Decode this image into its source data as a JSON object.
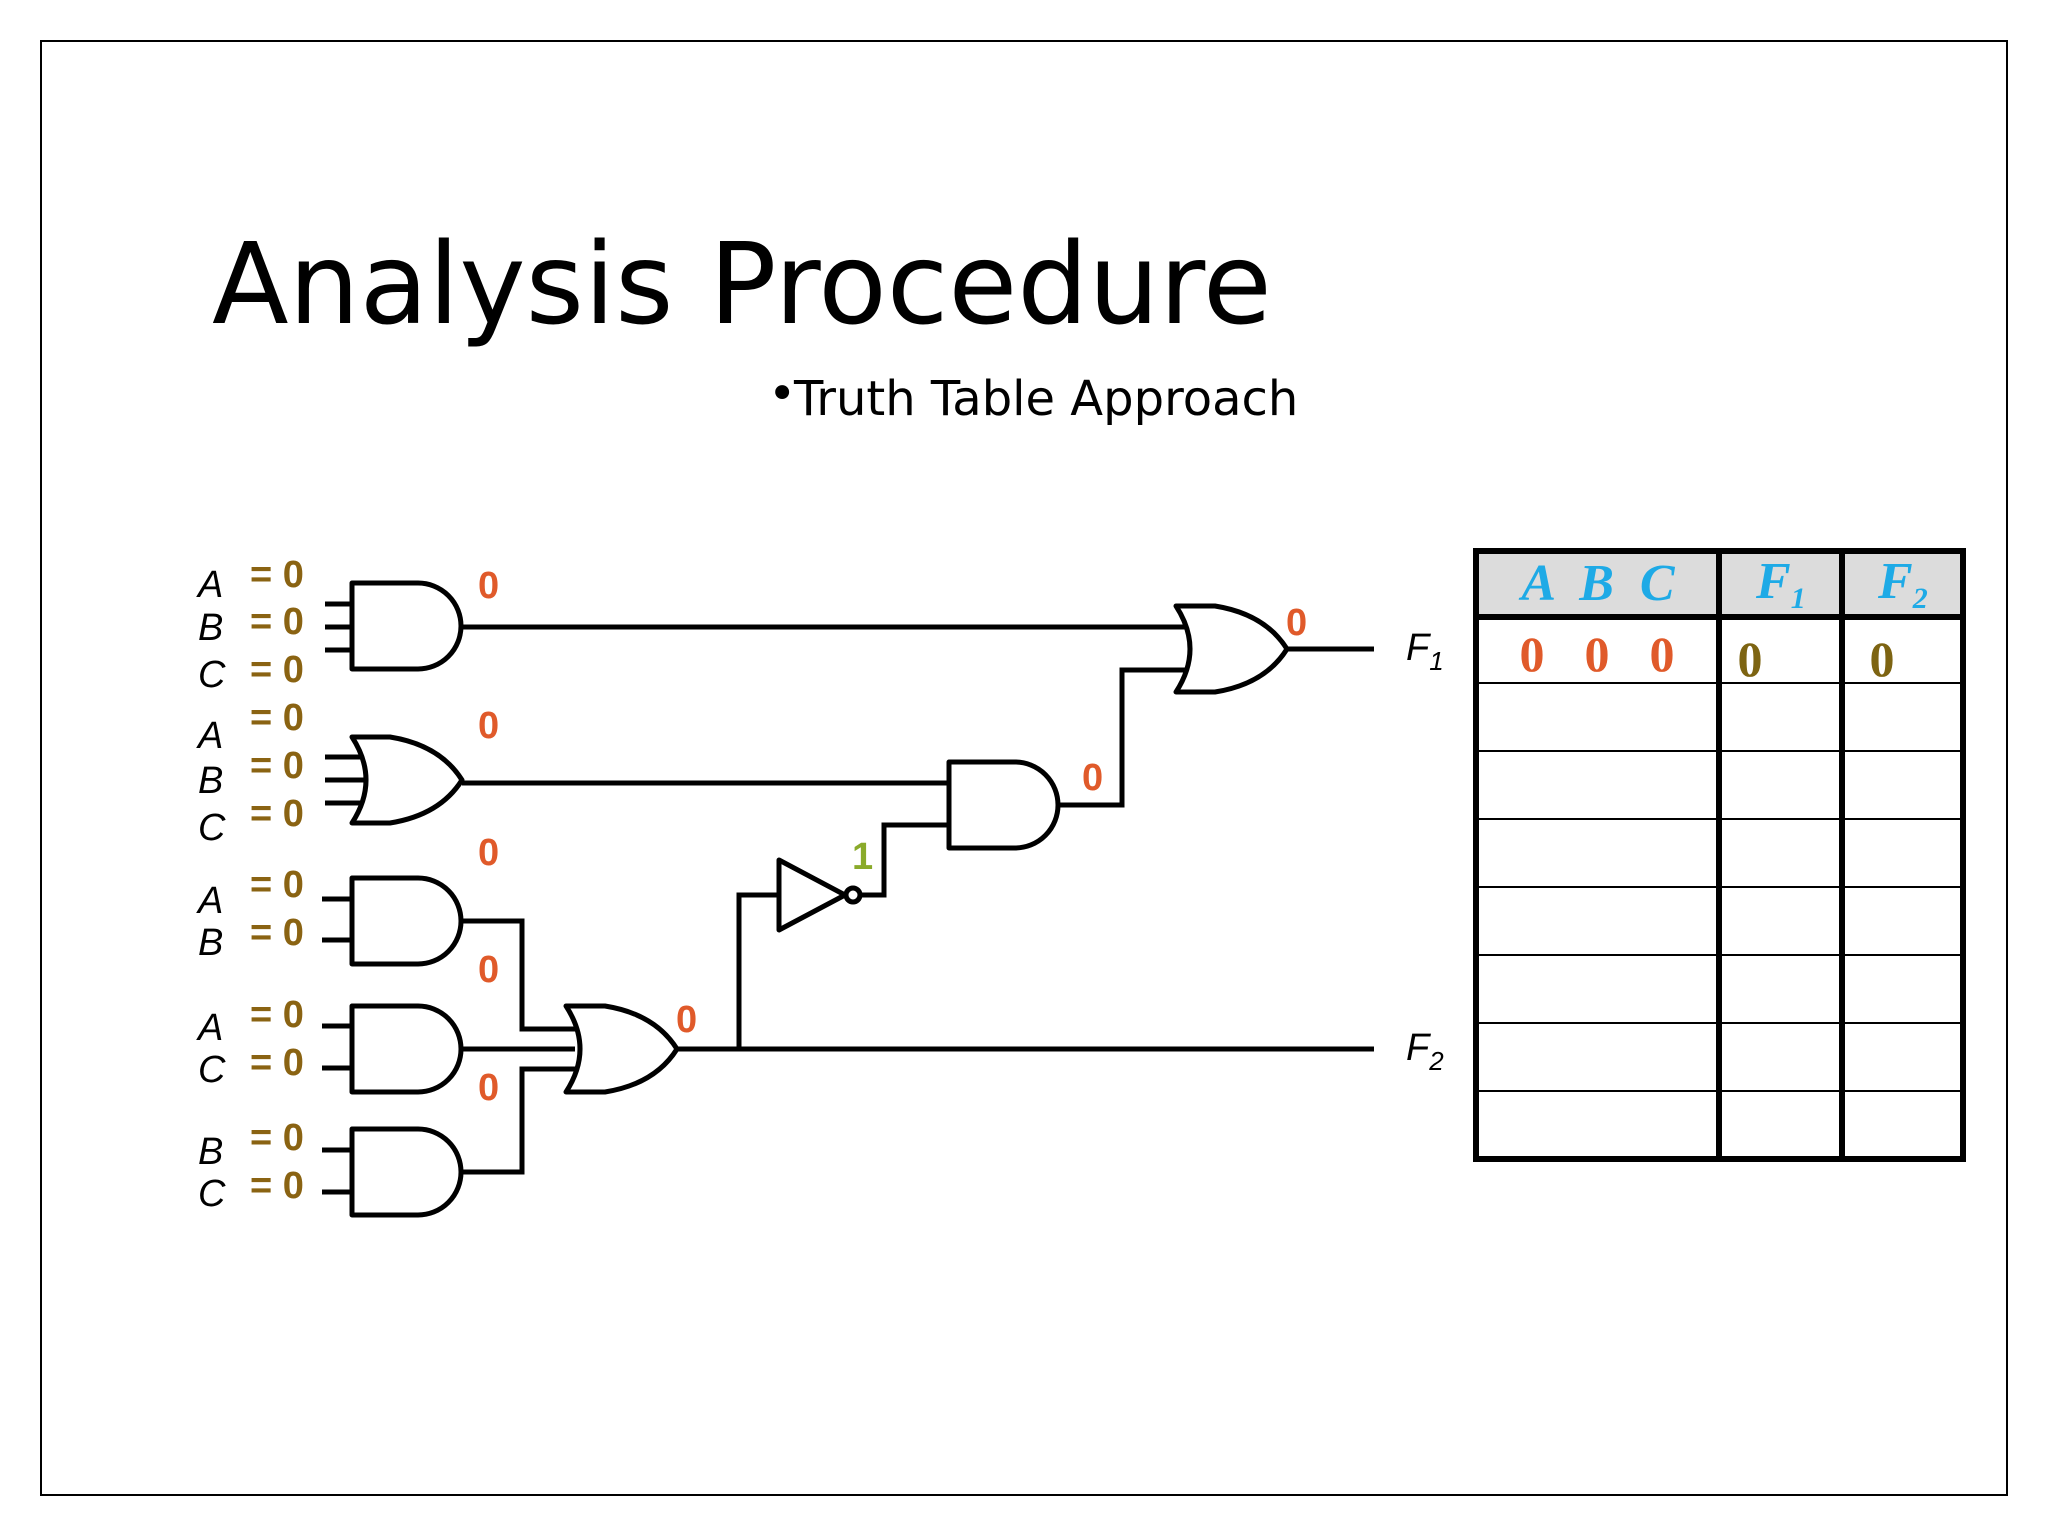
{
  "title": "Analysis Procedure",
  "bullet": "Truth Table Approach",
  "diagram": {
    "gate1": {
      "labels": [
        "A",
        "B",
        "C"
      ],
      "input_values": [
        "= 0",
        "= 0",
        "= 0"
      ],
      "output_value": "0"
    },
    "gate2": {
      "labels": [
        "A",
        "B",
        "C"
      ],
      "input_values": [
        "= 0",
        "= 0",
        "= 0"
      ],
      "output_value": "0"
    },
    "gate3": {
      "labels": [
        "A",
        "B"
      ],
      "input_values": [
        "= 0",
        "= 0"
      ],
      "output_value": "0"
    },
    "gate4": {
      "labels": [
        "A",
        "C"
      ],
      "input_values": [
        "= 0",
        "= 0"
      ],
      "output_value": "0"
    },
    "gate5": {
      "labels": [
        "B",
        "C"
      ],
      "input_values": [
        "= 0",
        "= 0"
      ],
      "output_value": "0"
    },
    "or_f2_value": "0",
    "inverter_value": "1",
    "and_mid_value": "0",
    "or_f1_value": "0",
    "outputs": {
      "f1": "F",
      "f1_sub": "1",
      "f2": "F",
      "f2_sub": "2"
    }
  },
  "truth_table": {
    "headers": {
      "abc": "A  B  C",
      "f1": "F",
      "f1_sub": "1",
      "f2": "F",
      "f2_sub": "2"
    },
    "rows": [
      {
        "a": "0",
        "b": "0",
        "c": "0",
        "f1": "0",
        "f2": "0"
      },
      {
        "a": "",
        "b": "",
        "c": "",
        "f1": "",
        "f2": ""
      },
      {
        "a": "",
        "b": "",
        "c": "",
        "f1": "",
        "f2": ""
      },
      {
        "a": "",
        "b": "",
        "c": "",
        "f1": "",
        "f2": ""
      },
      {
        "a": "",
        "b": "",
        "c": "",
        "f1": "",
        "f2": ""
      },
      {
        "a": "",
        "b": "",
        "c": "",
        "f1": "",
        "f2": ""
      },
      {
        "a": "",
        "b": "",
        "c": "",
        "f1": "",
        "f2": ""
      },
      {
        "a": "",
        "b": "",
        "c": "",
        "f1": "",
        "f2": ""
      }
    ]
  },
  "colors": {
    "value": "#e05a2a",
    "equals": "#8a6312",
    "inverter_value": "#8aaa2a",
    "header_text": "#1eaae6",
    "header_bg": "#dcdcdc",
    "f_values": "#7d6412"
  }
}
